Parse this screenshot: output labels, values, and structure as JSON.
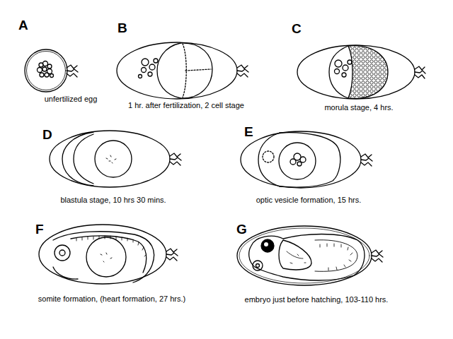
{
  "diagram": {
    "labels": [
      "A",
      "unfertilized egg",
      "B",
      "1 hr. after fertilization, 2 cell stage",
      "C",
      "morula stage, 4 hrs.",
      "D",
      "blastula stage, 10 hrs 30 mins.",
      "E",
      "optic vesicle formation, 15 hrs.",
      "F",
      "somite formation, (heart formation, 27 hrs.)",
      "G",
      "embryo just before hatching, 103-110 hrs."
    ]
  }
}
